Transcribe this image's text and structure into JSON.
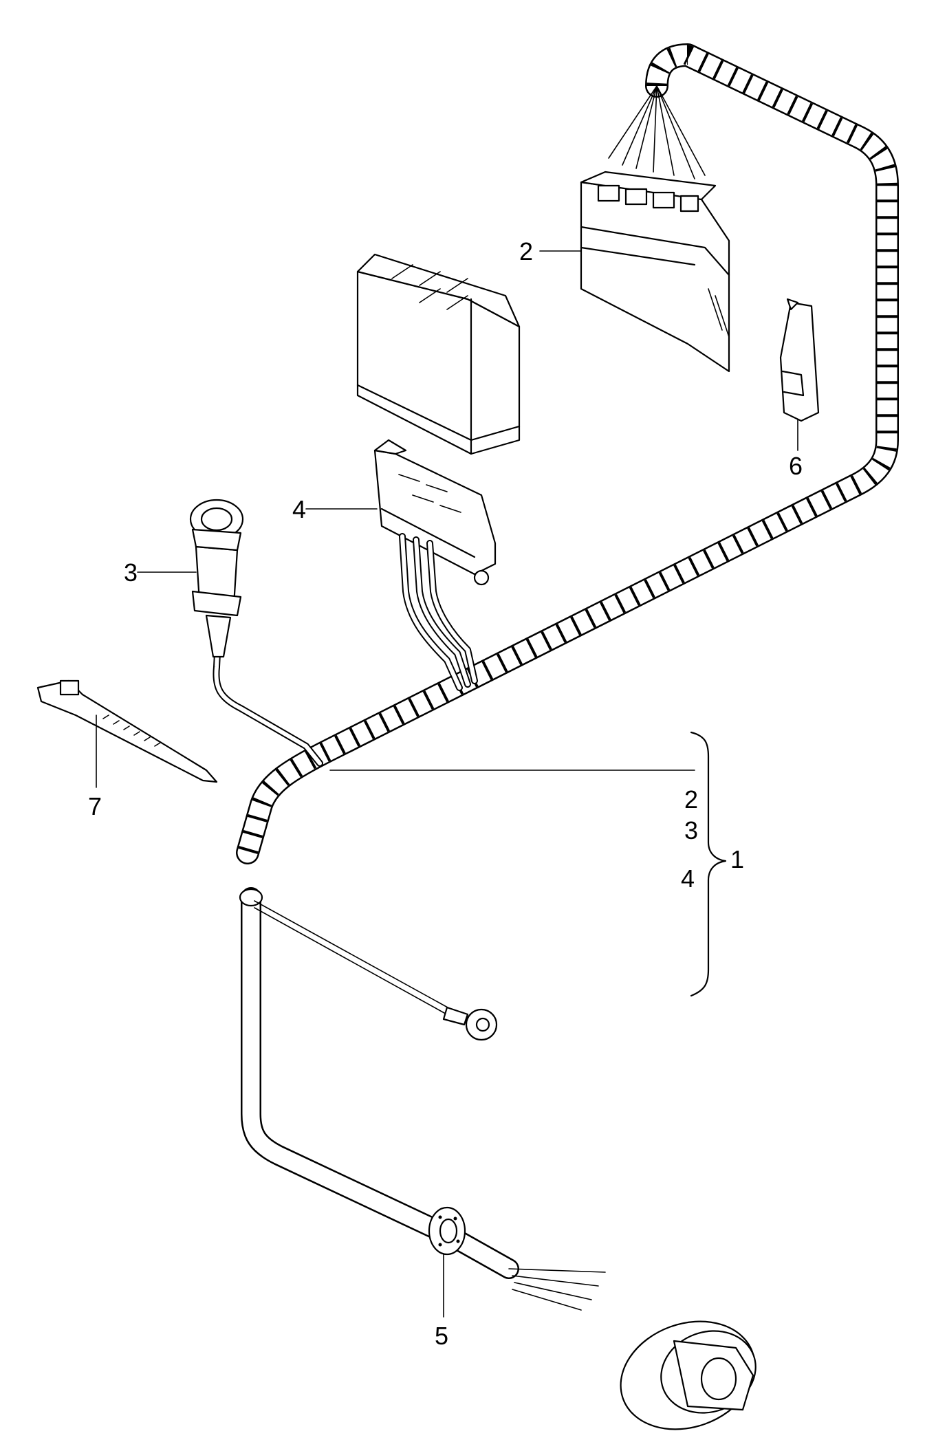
{
  "callouts": {
    "harness_set": "1",
    "connector_large": "2",
    "socket_small": "3",
    "connector_mid": "4",
    "grommet": "5",
    "clip": "6",
    "cable_tie": "7"
  },
  "bracket_group": {
    "items": [
      "2",
      "3",
      "4"
    ],
    "total": "1"
  }
}
